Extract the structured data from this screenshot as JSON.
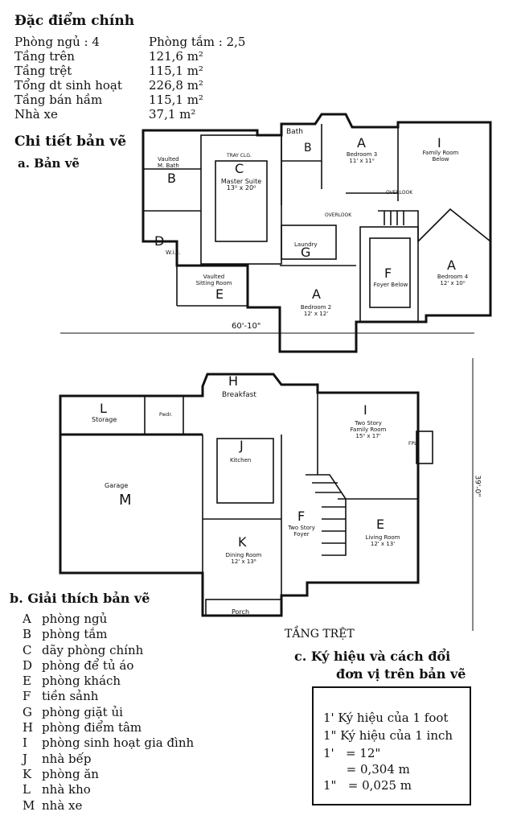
{
  "specs": {
    "title": "Đặc điểm chính",
    "rows": [
      {
        "label": "Phòng ngủ : 4",
        "value": "Phòng tắm : 2,5"
      },
      {
        "label": "Tầng trên",
        "value": "121,6 m²"
      },
      {
        "label": "Tầng trệt",
        "value": "115,1 m²"
      },
      {
        "label": "Tổng dt sinh hoạt",
        "value": "226,8 m²"
      },
      {
        "label": "Tầng bán hầm",
        "value": "115,1 m²"
      },
      {
        "label": "Nhà xe",
        "value": "37,1 m²"
      }
    ]
  },
  "details_title": "Chi tiết bản vẽ",
  "drawing_title": "a. Bản vẽ",
  "upper_floor": {
    "rooms": {
      "bath_a": "Bath",
      "bath_b": "Vaulted\nM. Bath",
      "bath_letter": "B",
      "wic": "W.i.c.",
      "wic_letter": "D",
      "master": "Master Suite\n13⁰ x 20⁰",
      "master_letter": "C",
      "tray": "TRAY CLG.",
      "sitting": "Vaulted\nSitting Room",
      "sitting_letter": "E",
      "bed3": "Bedroom 3\n11' x 11⁰",
      "bed3_letter": "A",
      "family_below": "Family Room\nBelow",
      "family_letter": "I",
      "laundry": "Laundry",
      "laundry_letter": "G",
      "foyer_below": "Foyer Below",
      "foyer_letter": "F",
      "bed2": "Bedroom 2\n12' x 12'",
      "bed2_letter": "A",
      "bed4": "Bedroom 4\n12' x 10⁰",
      "bed4_letter": "A",
      "overlook1": "OVERLOOK",
      "overlook2": "OVERLOOK"
    }
  },
  "dimension_width": "60'-10\"",
  "dimension_depth": "39'-0\"",
  "lower_floor": {
    "rooms": {
      "breakfast": "Breakfast",
      "breakfast_letter": "H",
      "storage": "Storage",
      "storage_letter": "L",
      "powder": "Pwdr.",
      "kitchen": "Kitchen",
      "kitchen_letter": "J",
      "family": "Two Story\nFamily Room\n15⁰ x 17'",
      "family_letter": "I",
      "garage": "Garage",
      "garage_letter": "M",
      "foyer": "Two Story\nFoyer",
      "foyer_letter": "F",
      "living": "Living Room\n12' x 13'",
      "living_letter": "E",
      "dining": "Dining Room\n12' x 13⁶",
      "dining_letter": "K",
      "porch": "Porch",
      "fpl": "FPL."
    }
  },
  "ground_floor_label": "TẦNG TRỆT",
  "legend": {
    "title": "b. Giải thích bản vẽ",
    "items": [
      {
        "key": "A",
        "text": "phòng ngủ"
      },
      {
        "key": "B",
        "text": "phòng tắm"
      },
      {
        "key": "C",
        "text": "dãy phòng chính"
      },
      {
        "key": "D",
        "text": "phòng để tủ áo"
      },
      {
        "key": "E",
        "text": "phòng khách"
      },
      {
        "key": "F",
        "text": "tiền sảnh"
      },
      {
        "key": "G",
        "text": "phòng giặt ủi"
      },
      {
        "key": "H",
        "text": "phòng điểm tâm"
      },
      {
        "key": "I",
        "text": "phòng sinh hoạt gia đình"
      },
      {
        "key": "J",
        "text": "nhà bếp"
      },
      {
        "key": "K",
        "text": "phòng ăn"
      },
      {
        "key": "L",
        "text": "nhà kho"
      },
      {
        "key": "M",
        "text": "nhà xe"
      }
    ]
  },
  "units": {
    "title_line1": "c. Ký hiệu và cách đổi",
    "title_line2": "đơn vị trên bản vẽ",
    "lines": [
      "1' Ký hiệu của 1 foot",
      "1\" Ký hiệu của 1 inch",
      "1'   = 12\"",
      "      = 0,304 m",
      "1\"   = 0,025 m"
    ]
  }
}
